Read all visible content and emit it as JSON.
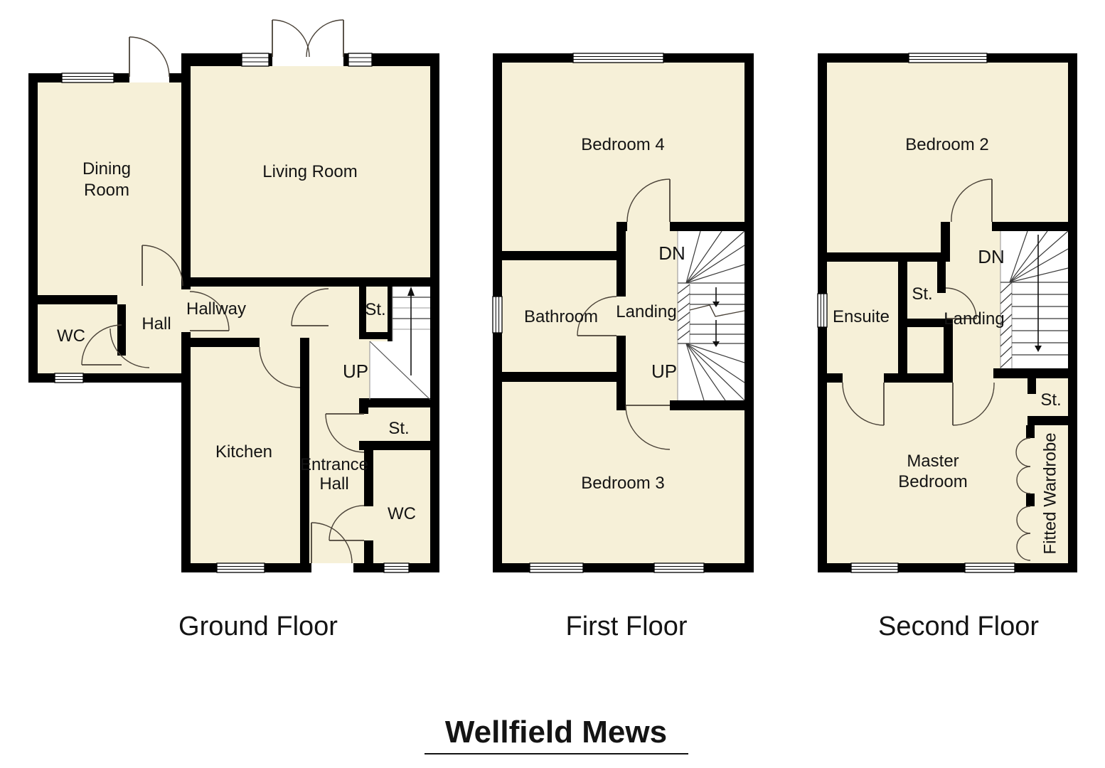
{
  "title": {
    "text": "Wellfield Mews"
  },
  "floors": [
    {
      "name": "Ground Floor",
      "rooms": {
        "dining_line1": "Dining",
        "dining_line2": "Room",
        "living": "Living Room",
        "wc": "WC",
        "hall": "Hall",
        "hallway": "Hallway",
        "stairs_st": "St.",
        "up": "UP",
        "kitchen": "Kitchen",
        "entrance_line1": "Entrance",
        "entrance_line2": "Hall",
        "store": "St.",
        "wc2": "WC"
      }
    },
    {
      "name": "First Floor",
      "rooms": {
        "bedroom4": "Bedroom 4",
        "bathroom": "Bathroom",
        "landing": "Landing",
        "dn": "DN",
        "up": "UP",
        "bedroom3": "Bedroom 3"
      }
    },
    {
      "name": "Second Floor",
      "rooms": {
        "bedroom2": "Bedroom 2",
        "ensuite": "Ensuite",
        "store": "St.",
        "landing": "Landing",
        "dn": "DN",
        "store2": "St.",
        "master_line1": "Master",
        "master_line2": "Bedroom",
        "wardrobe": "Fitted Wardrobe"
      }
    }
  ],
  "colors": {
    "room_fill": "#F6F0D8",
    "wall": "#000000",
    "detail_line": "#4A4238",
    "background": "#FFFFFF",
    "text": "#141414"
  }
}
